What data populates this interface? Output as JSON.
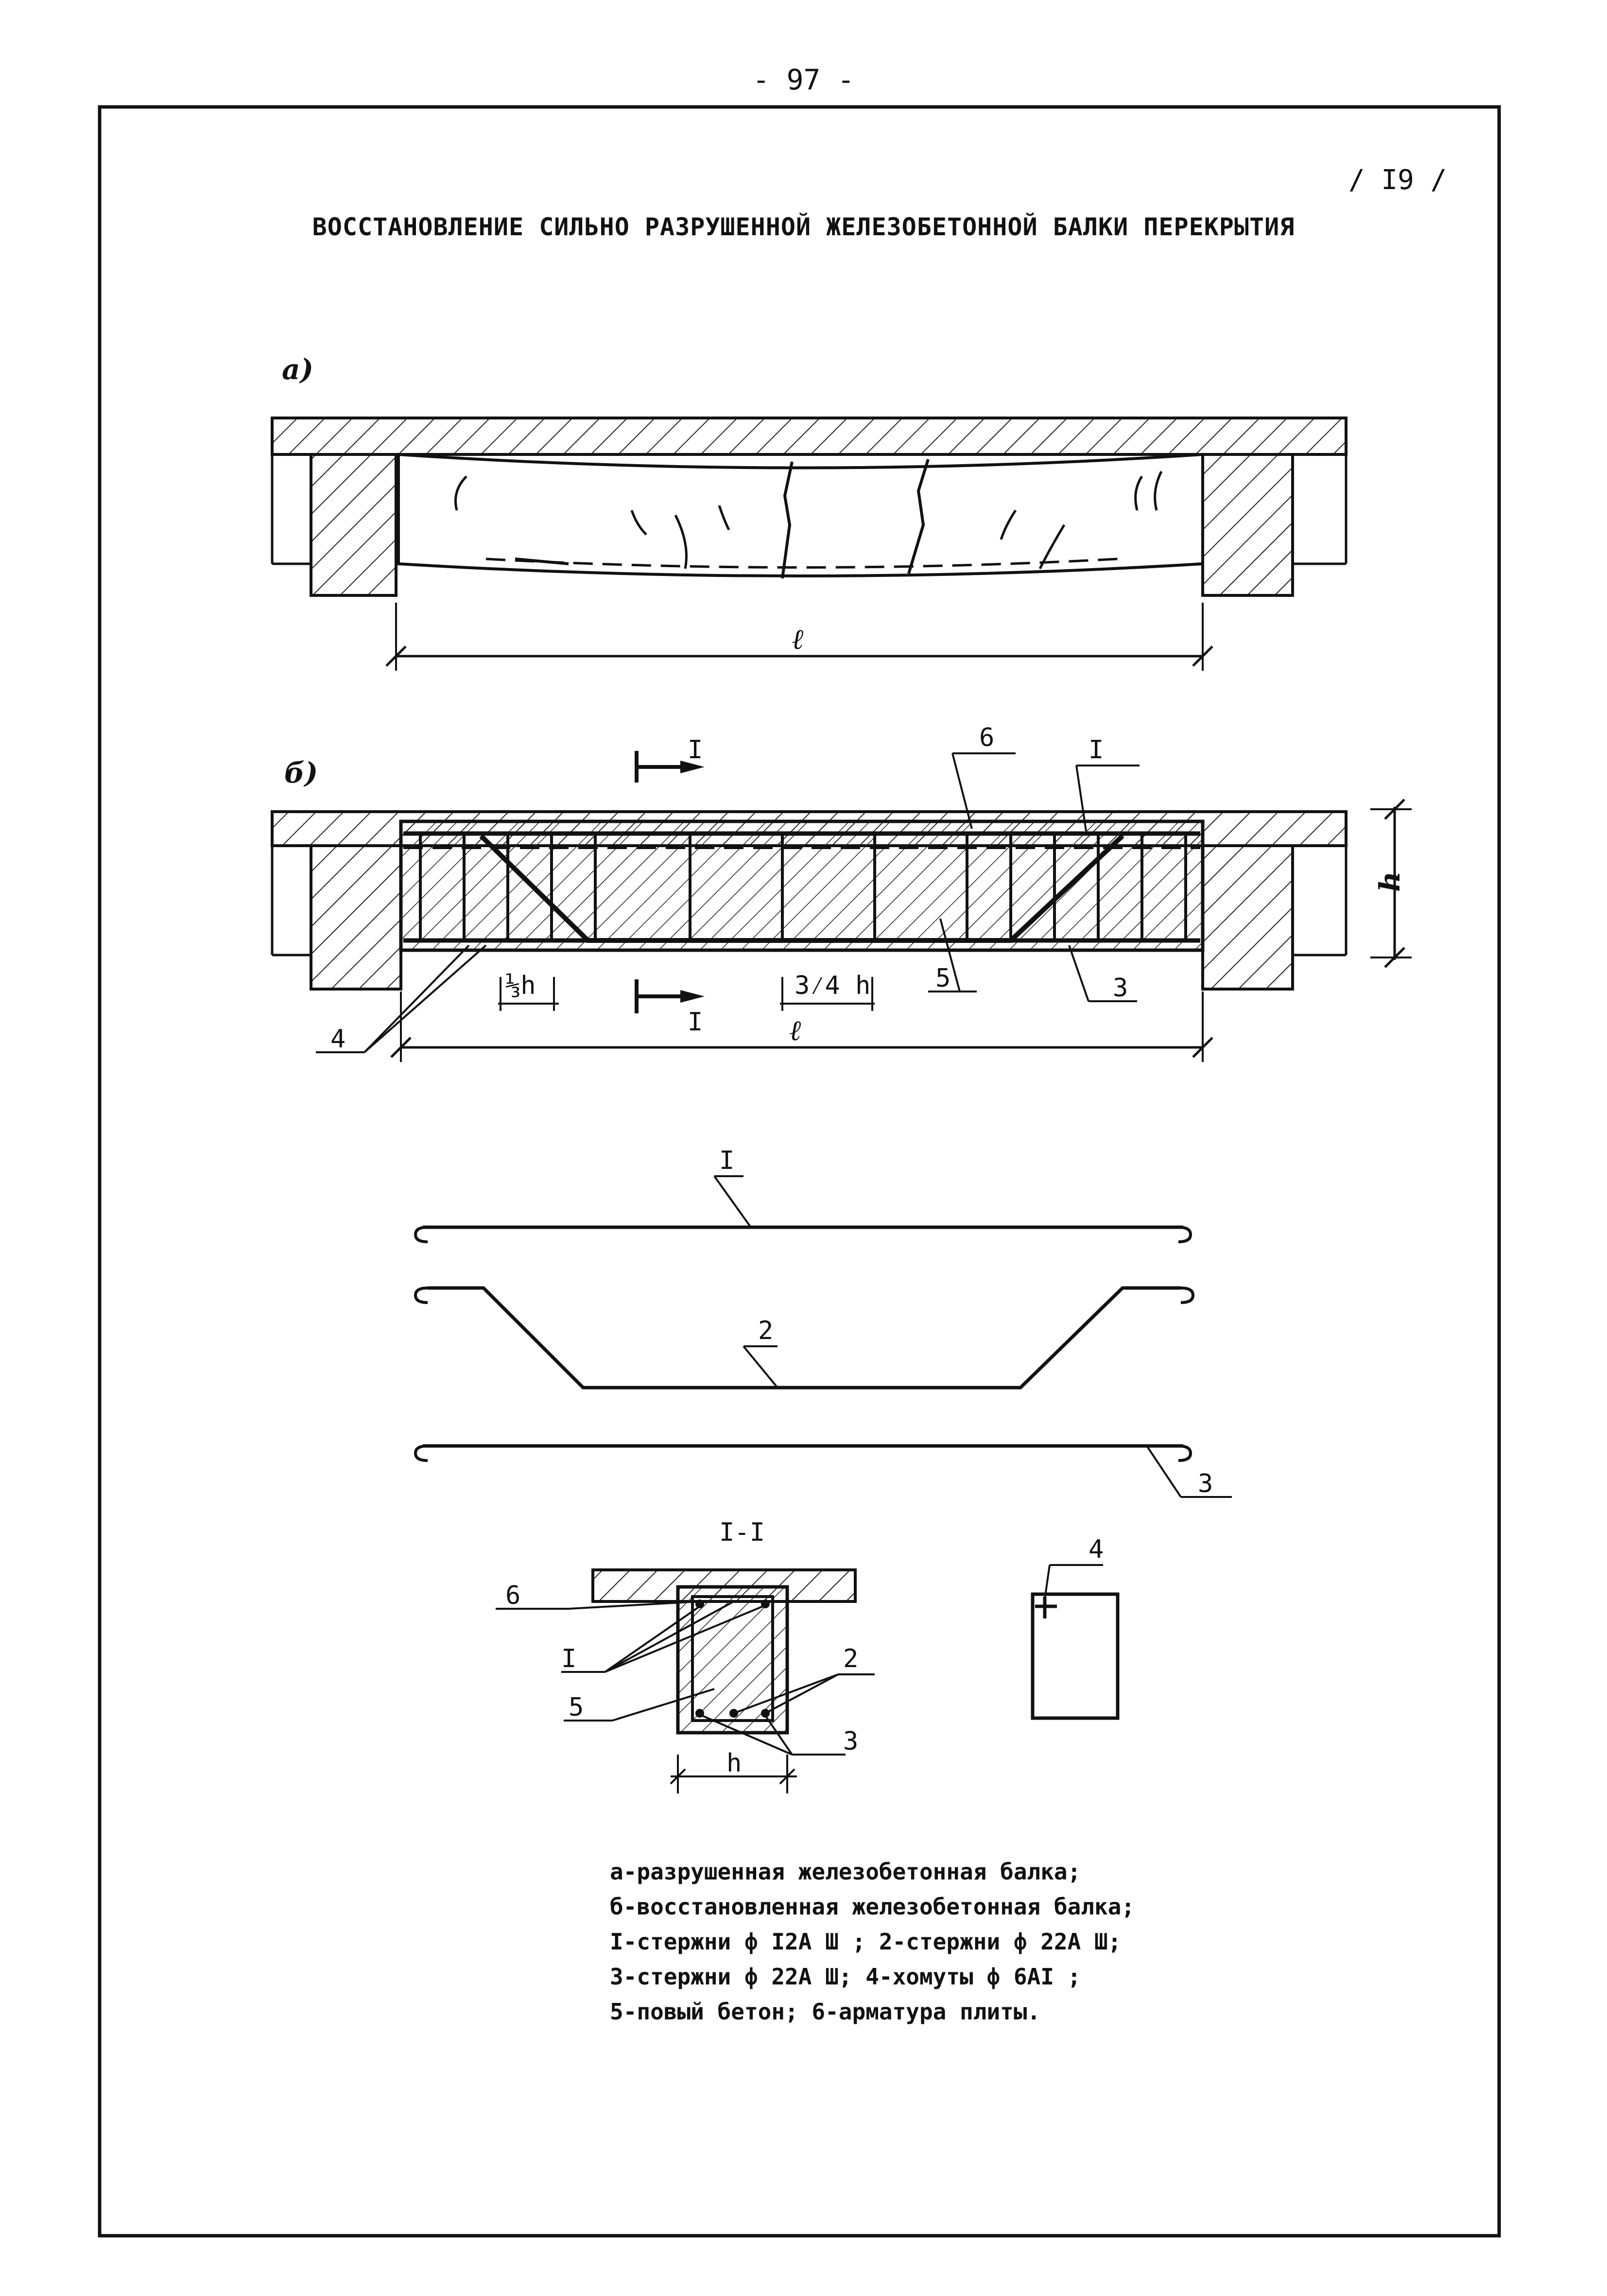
{
  "page_number": "- 97 -",
  "sheet_number": "/ I9 /",
  "title": "ВОССТАНОВЛЕНИЕ СИЛЬНО РАЗРУШЕННОЙ ЖЕЛЕЗОБЕТОННОЙ БАЛКИ ПЕРЕКРЫТИЯ",
  "figure_a": {
    "label": "а)",
    "span_label": "ℓ"
  },
  "figure_b": {
    "label": "б)",
    "section_mark_top": "I",
    "section_mark_bottom": "I",
    "height_label": "h",
    "span_label": "ℓ",
    "dim_left": "⅓h",
    "dim_mid": "3⁄4 h",
    "callouts": [
      "6",
      "I",
      "5",
      "3",
      "4"
    ]
  },
  "bars": {
    "bar1": "I",
    "bar2": "2",
    "bar3": "3"
  },
  "section": {
    "title": "I-I",
    "callouts": [
      "6",
      "I",
      "5",
      "2",
      "3"
    ],
    "width_label": "h",
    "stirrup_label": "4"
  },
  "legend": [
    "а-разрушенная железобетонная балка;",
    "б-восстановленная железобетонная балка;",
    "I-стержни ф I2А Ш ; 2-стержни ф 22А Ш;",
    "3-стержни ф 22А Ш; 4-хомуты ф 6АI ;",
    "5-повый бетон; 6-арматура плиты."
  ]
}
